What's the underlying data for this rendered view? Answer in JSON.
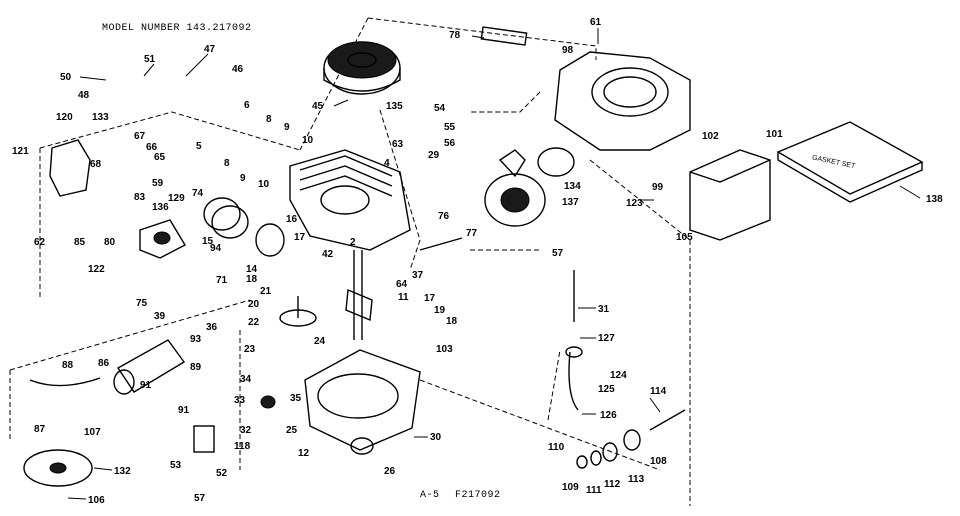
{
  "header": {
    "model_label": "MODEL NUMBER 143.217092"
  },
  "footer": {
    "section_label": "A-5",
    "diagram_code": "F217092"
  },
  "gasket_set_label": "GASKET SET",
  "parts": [
    {
      "id": "p1",
      "label": "78"
    },
    {
      "id": "p2",
      "label": "61"
    },
    {
      "id": "p3",
      "label": "98"
    },
    {
      "id": "p4",
      "label": "50"
    },
    {
      "id": "p5",
      "label": "51"
    },
    {
      "id": "p6",
      "label": "47"
    },
    {
      "id": "p7",
      "label": "46"
    },
    {
      "id": "p8",
      "label": "48"
    },
    {
      "id": "p9",
      "label": "45"
    },
    {
      "id": "p10",
      "label": "135"
    },
    {
      "id": "p11",
      "label": "54"
    },
    {
      "id": "p12",
      "label": "120"
    },
    {
      "id": "p13",
      "label": "133"
    },
    {
      "id": "p14",
      "label": "6"
    },
    {
      "id": "p15",
      "label": "8"
    },
    {
      "id": "p16",
      "label": "9"
    },
    {
      "id": "p17",
      "label": "10"
    },
    {
      "id": "p18",
      "label": "55"
    },
    {
      "id": "p19",
      "label": "56"
    },
    {
      "id": "p20",
      "label": "63"
    },
    {
      "id": "p21",
      "label": "29"
    },
    {
      "id": "p22",
      "label": "121"
    },
    {
      "id": "p23",
      "label": "67"
    },
    {
      "id": "p24",
      "label": "66"
    },
    {
      "id": "p25",
      "label": "65"
    },
    {
      "id": "p26",
      "label": "68"
    },
    {
      "id": "p27",
      "label": "5"
    },
    {
      "id": "p28",
      "label": "8"
    },
    {
      "id": "p29",
      "label": "9"
    },
    {
      "id": "p30",
      "label": "10"
    },
    {
      "id": "p31",
      "label": "4"
    },
    {
      "id": "p32",
      "label": "59"
    },
    {
      "id": "p33",
      "label": "83"
    },
    {
      "id": "p34",
      "label": "129"
    },
    {
      "id": "p35",
      "label": "74"
    },
    {
      "id": "p36",
      "label": "134"
    },
    {
      "id": "p37",
      "label": "137"
    },
    {
      "id": "p38",
      "label": "102"
    },
    {
      "id": "p39",
      "label": "101"
    },
    {
      "id": "p40",
      "label": "99"
    },
    {
      "id": "p41",
      "label": "123"
    },
    {
      "id": "p42",
      "label": "105"
    },
    {
      "id": "p43",
      "label": "138"
    },
    {
      "id": "p44",
      "label": "62"
    },
    {
      "id": "p45",
      "label": "85"
    },
    {
      "id": "p46",
      "label": "80"
    },
    {
      "id": "p47",
      "label": "136"
    },
    {
      "id": "p48",
      "label": "15"
    },
    {
      "id": "p49",
      "label": "94"
    },
    {
      "id": "p50",
      "label": "16"
    },
    {
      "id": "p51",
      "label": "76"
    },
    {
      "id": "p52",
      "label": "77"
    },
    {
      "id": "p53",
      "label": "122"
    },
    {
      "id": "p54",
      "label": "71"
    },
    {
      "id": "p55",
      "label": "14"
    },
    {
      "id": "p56",
      "label": "18"
    },
    {
      "id": "p57",
      "label": "17"
    },
    {
      "id": "p58",
      "label": "42"
    },
    {
      "id": "p59",
      "label": "2"
    },
    {
      "id": "p60",
      "label": "64"
    },
    {
      "id": "p61",
      "label": "37"
    },
    {
      "id": "p62",
      "label": "57"
    },
    {
      "id": "p63",
      "label": "21"
    },
    {
      "id": "p64",
      "label": "20"
    },
    {
      "id": "p65",
      "label": "11"
    },
    {
      "id": "p66",
      "label": "17"
    },
    {
      "id": "p67",
      "label": "19"
    },
    {
      "id": "p68",
      "label": "18"
    },
    {
      "id": "p69",
      "label": "75"
    },
    {
      "id": "p70",
      "label": "39"
    },
    {
      "id": "p71",
      "label": "36"
    },
    {
      "id": "p72",
      "label": "22"
    },
    {
      "id": "p73",
      "label": "31"
    },
    {
      "id": "p74",
      "label": "93"
    },
    {
      "id": "p75",
      "label": "127"
    },
    {
      "id": "p76",
      "label": "23"
    },
    {
      "id": "p77",
      "label": "24"
    },
    {
      "id": "p78",
      "label": "88"
    },
    {
      "id": "p79",
      "label": "86"
    },
    {
      "id": "p80",
      "label": "89"
    },
    {
      "id": "p81",
      "label": "34"
    },
    {
      "id": "p82",
      "label": "35"
    },
    {
      "id": "p83",
      "label": "103"
    },
    {
      "id": "p84",
      "label": "124"
    },
    {
      "id": "p85",
      "label": "125"
    },
    {
      "id": "p86",
      "label": "91"
    },
    {
      "id": "p87",
      "label": "91"
    },
    {
      "id": "p88",
      "label": "33"
    },
    {
      "id": "p89",
      "label": "114"
    },
    {
      "id": "p90",
      "label": "87"
    },
    {
      "id": "p91",
      "label": "107"
    },
    {
      "id": "p92",
      "label": "126"
    },
    {
      "id": "p93",
      "label": "32"
    },
    {
      "id": "p94",
      "label": "25"
    },
    {
      "id": "p95",
      "label": "118"
    },
    {
      "id": "p96",
      "label": "30"
    },
    {
      "id": "p97",
      "label": "110"
    },
    {
      "id": "p98",
      "label": "108"
    },
    {
      "id": "p99",
      "label": "12"
    },
    {
      "id": "p100",
      "label": "53"
    },
    {
      "id": "p101",
      "label": "52"
    },
    {
      "id": "p102",
      "label": "26"
    },
    {
      "id": "p103",
      "label": "113"
    },
    {
      "id": "p104",
      "label": "132"
    },
    {
      "id": "p105",
      "label": "109"
    },
    {
      "id": "p106",
      "label": "111"
    },
    {
      "id": "p107",
      "label": "112"
    },
    {
      "id": "p108",
      "label": "57"
    },
    {
      "id": "p109",
      "label": "106"
    }
  ]
}
